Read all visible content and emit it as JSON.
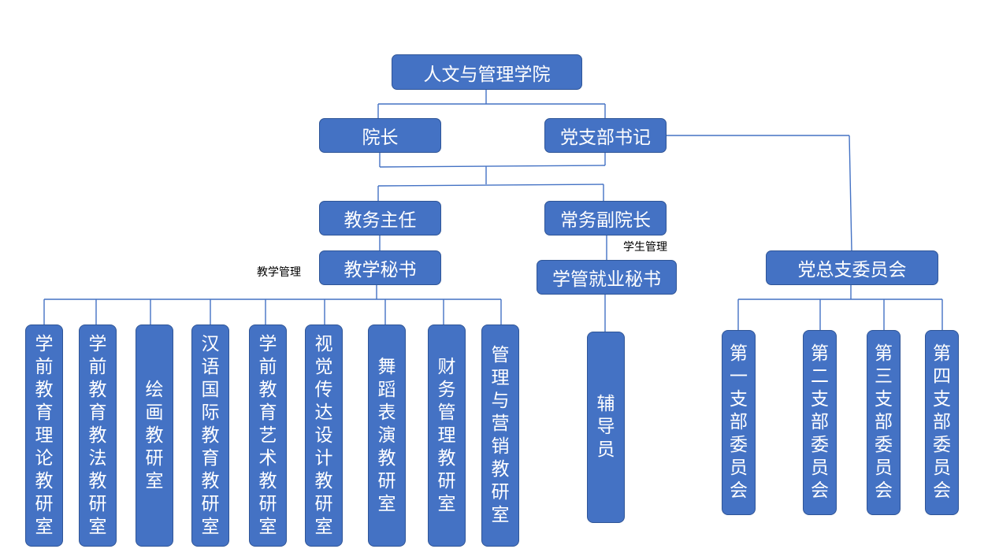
{
  "diagram": {
    "root": "人文与管理学院",
    "dean": "院长",
    "party_secretary": "党支部书记",
    "academic_director": "教务主任",
    "executive_vice_dean": "常务副院长",
    "teaching_secretary": "教学秘书",
    "student_affairs_secretary": "学管就业秘书",
    "party_committee": "党总支委员会",
    "label_teaching": "教学管理",
    "label_student": "学生管理",
    "departments": [
      "学前教育理论教研室",
      "学前教育教法教研室",
      "绘画教研室",
      "汉语国际教育教研室",
      "学前教育艺术教研室",
      "视觉传达设计教研室",
      "舞蹈表演教研室",
      "财务管理教研室",
      "管理与营销教研室"
    ],
    "counselor": "辅导员",
    "branches": [
      "第一支部委员会",
      "第二支部委员会",
      "第三支部委员会",
      "第四支部委员会"
    ]
  }
}
